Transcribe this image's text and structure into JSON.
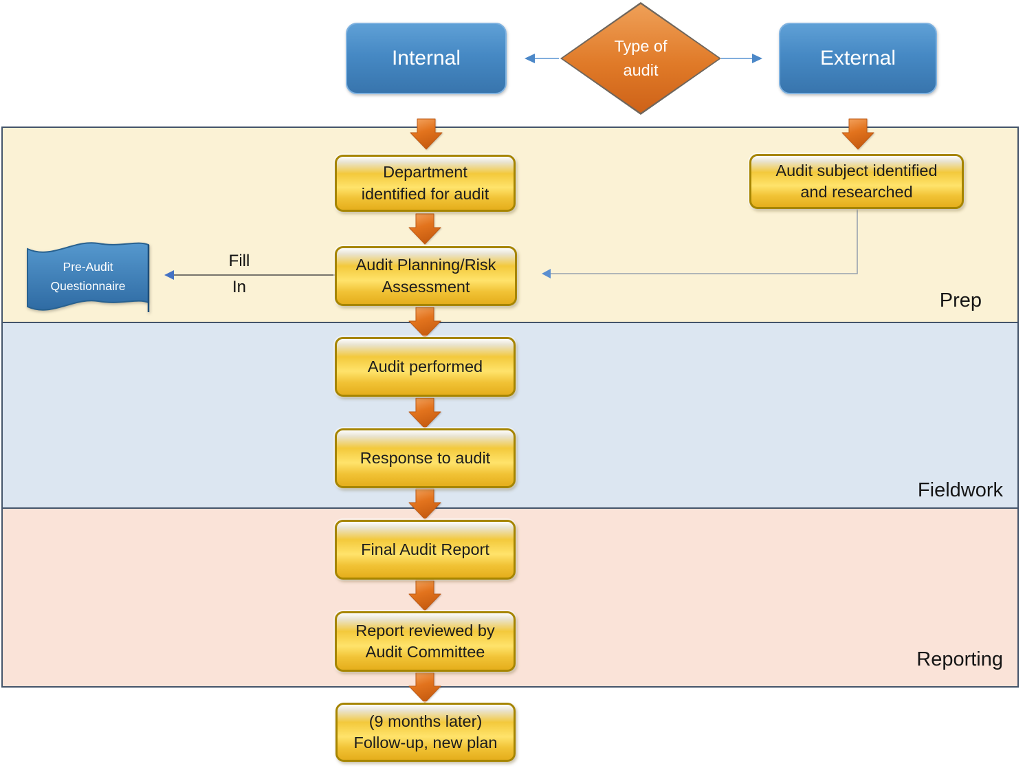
{
  "decision": {
    "line1": "Type of",
    "line2": "audit"
  },
  "branches": {
    "internal": "Internal",
    "external": "External"
  },
  "bands": {
    "prep": "Prep",
    "fieldwork": "Fieldwork",
    "reporting": "Reporting"
  },
  "nodes": {
    "department": {
      "line1": "Department",
      "line2": "identified for audit"
    },
    "audit_subject": {
      "line1": "Audit subject identified",
      "line2": "and researched"
    },
    "planning": {
      "line1": "Audit Planning/Risk",
      "line2": "Assessment"
    },
    "questionnaire": {
      "line1": "Pre-Audit",
      "line2": "Questionnaire"
    },
    "performed": "Audit performed",
    "response": "Response to audit",
    "final_report": "Final Audit Report",
    "review": {
      "line1": "Report reviewed by",
      "line2": "Audit Committee"
    },
    "followup": {
      "line1": "(9 months later)",
      "line2": "Follow-up, new plan"
    }
  },
  "labels": {
    "fill": "Fill",
    "in": "In"
  },
  "colors": {
    "band_prep": "#FBF2D5",
    "band_fieldwork": "#DCE6F1",
    "band_reporting": "#FAE3D8",
    "band_border": "#44546A",
    "process_gold": "#F3C93C",
    "process_border": "#A68500",
    "branch_blue": "#4689C4",
    "arrow_orange": "#E2731D",
    "connector_blue": "#5B8FD0"
  }
}
